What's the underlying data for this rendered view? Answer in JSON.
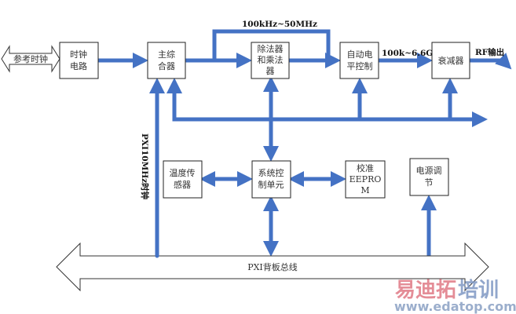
{
  "blocks": {
    "ref_clock": "参考时钟",
    "clock_circuit": [
      "时钟",
      "电路"
    ],
    "synth": [
      "主综",
      "合器"
    ],
    "divmul": [
      "除法器",
      "和乘法",
      "器"
    ],
    "alc": [
      "自动电",
      "平控制"
    ],
    "atten": "衰减器",
    "temp": [
      "温度传",
      "感器"
    ],
    "sysctrl": [
      "系统控",
      "制单元"
    ],
    "eeprom": [
      "校准",
      "EEPRO",
      "M"
    ],
    "power": [
      "电源调",
      "节"
    ],
    "pxi_bus": "PXI背板总线"
  },
  "labels": {
    "band_low": "100kHz~50MHz",
    "band_full": "100k~6.6G",
    "rf_out": "RF输出",
    "pxi_clock": "PXI10MHz时钟"
  },
  "watermark": {
    "cn_red": "易迪拓",
    "cn_blue": "培训",
    "url": "www.edatop.com"
  },
  "colors": {
    "line": "#4472c4"
  }
}
